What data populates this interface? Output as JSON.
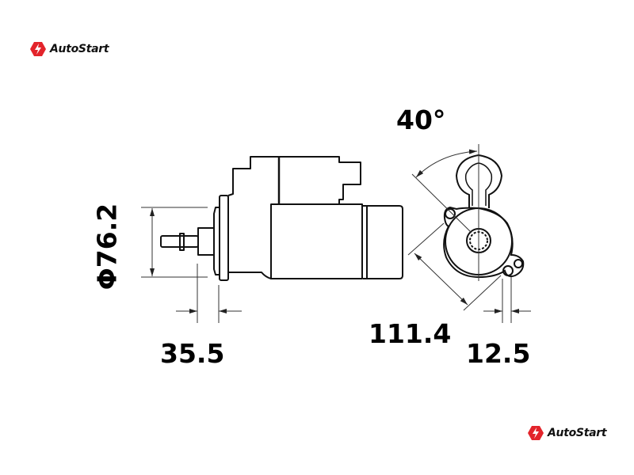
{
  "brand": {
    "name": "AutoStart",
    "color": "#e3242b"
  },
  "dimensions": {
    "angle": "40°",
    "diameter": "Φ76.2",
    "flange_offset": "35.5",
    "mount_distance": "111.4",
    "hole_offset": "12.5"
  }
}
